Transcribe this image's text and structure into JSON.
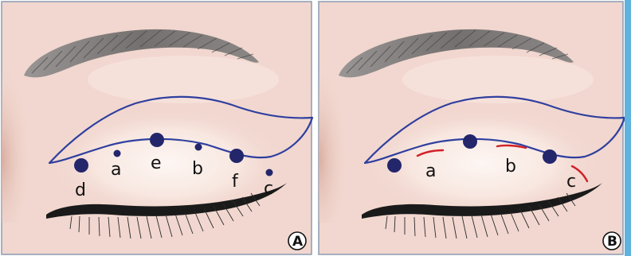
{
  "colors": {
    "skin": "#f1d7cf",
    "skin_shadow": "#e2bfb3",
    "lid_highlight": "#fbf1ec",
    "outline": "#2f3f9f",
    "dot": "#23266b",
    "incision": "#d21f26",
    "lash": "#1a1a1a",
    "brow": "#6e6e6e",
    "border": "#8b9bb0",
    "side_bar": "#5fb3dd"
  },
  "panel_a": {
    "badge": "A",
    "points": [
      {
        "label": "d",
        "size": "large"
      },
      {
        "label": "a",
        "size": "small"
      },
      {
        "label": "e",
        "size": "large"
      },
      {
        "label": "b",
        "size": "small"
      },
      {
        "label": "f",
        "size": "large"
      },
      {
        "label": "c",
        "size": "small"
      }
    ]
  },
  "panel_b": {
    "badge": "B",
    "incision_labels": [
      "a",
      "b",
      "c"
    ]
  }
}
